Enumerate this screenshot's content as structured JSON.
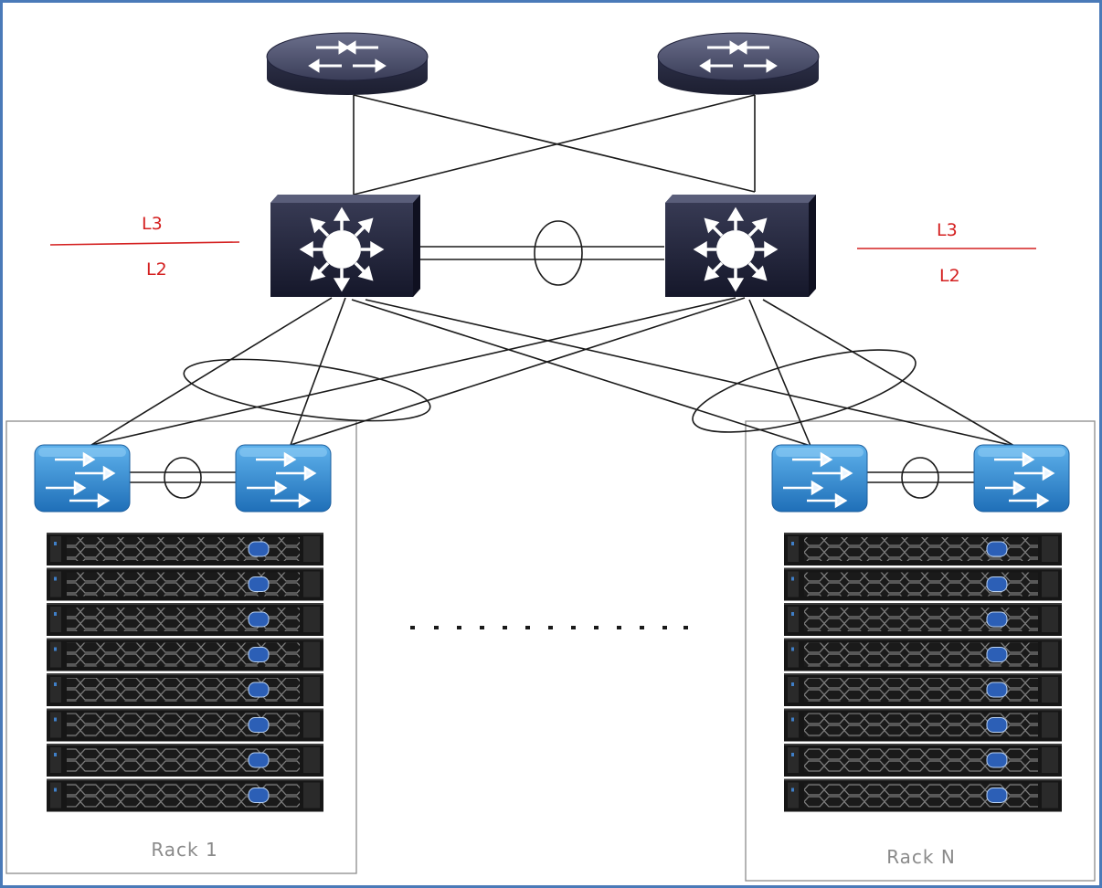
{
  "layer_labels": {
    "left": {
      "upper": "L3",
      "lower": "L2"
    },
    "right": {
      "upper": "L3",
      "lower": "L2"
    }
  },
  "racks": [
    {
      "label": "Rack 1"
    },
    {
      "label": "Rack N"
    }
  ],
  "colors": {
    "frame": "#4a7ab8",
    "layer_divider": "#d42020",
    "router_body": "#2b2e45",
    "core_switch_body": "#1f2236",
    "access_switch": "#2f86cf",
    "server": "#161616",
    "rack_border": "#8c8c8c"
  },
  "icons": [
    "router-icon",
    "core-switch-icon",
    "access-switch-icon",
    "server-icon"
  ]
}
